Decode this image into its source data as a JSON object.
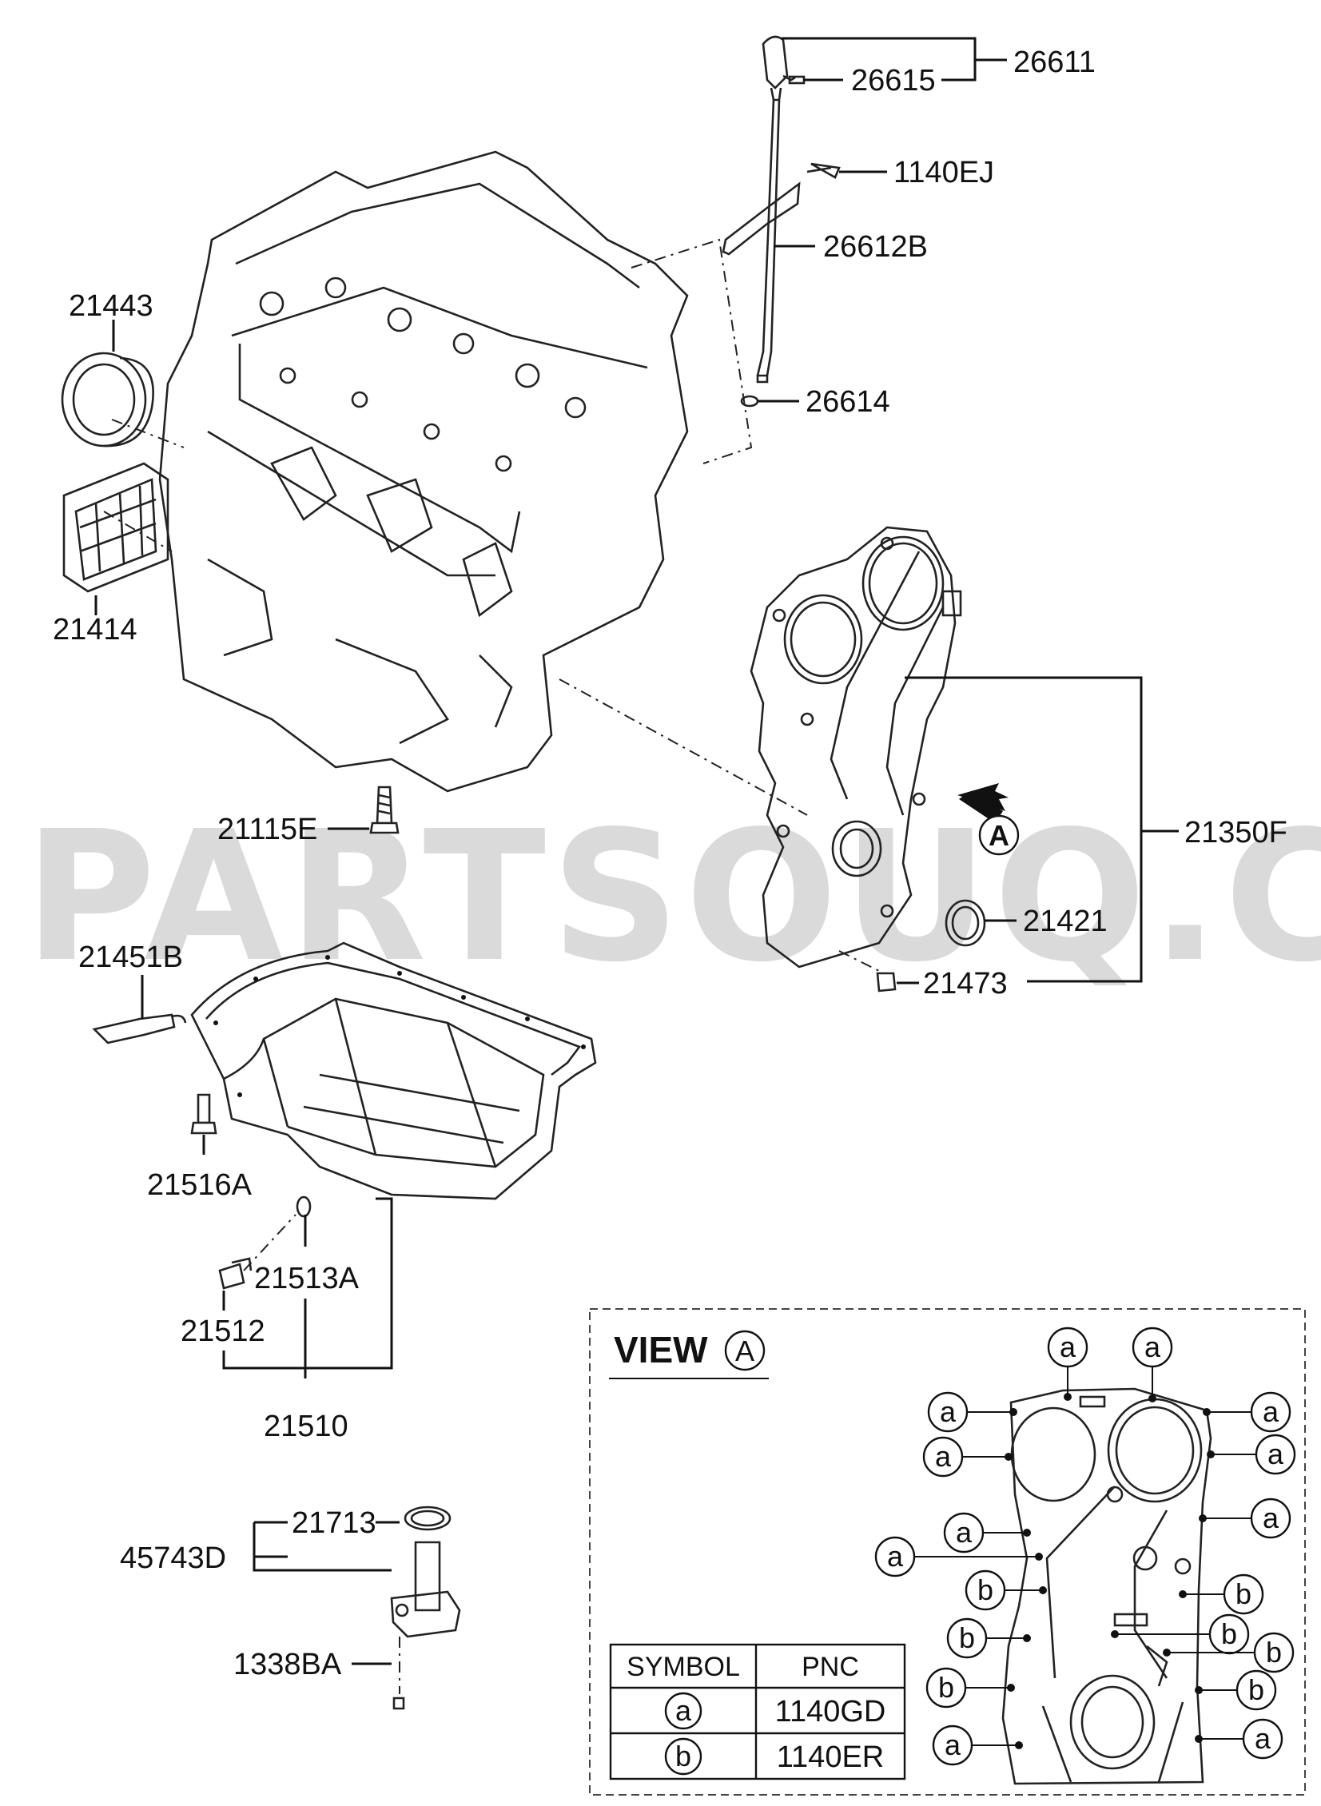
{
  "watermark": "PARTSOUQ.COM",
  "labels": {
    "p26611": "26611",
    "p26615": "26615",
    "p1140EJ": "1140EJ",
    "p26612B": "26612B",
    "p26614": "26614",
    "p21443": "21443",
    "p21414": "21414",
    "p21115E": "21115E",
    "p21350F": "21350F",
    "p21421": "21421",
    "p21473": "21473",
    "p21451B": "21451B",
    "p21516A": "21516A",
    "p21513A": "21513A",
    "p21512": "21512",
    "p21510": "21510",
    "p21713": "21713",
    "p45743D": "45743D",
    "p1338BA": "1338BA"
  },
  "callout_a": "A",
  "view": {
    "title": "VIEW",
    "letter": "A",
    "symbol_a": "a",
    "symbol_b": "b"
  },
  "table": {
    "col_symbol": "SYMBOL",
    "col_pnc": "PNC",
    "row1_symbol": "a",
    "row1_pnc": "1140GD",
    "row2_symbol": "b",
    "row2_pnc": "1140ER"
  }
}
